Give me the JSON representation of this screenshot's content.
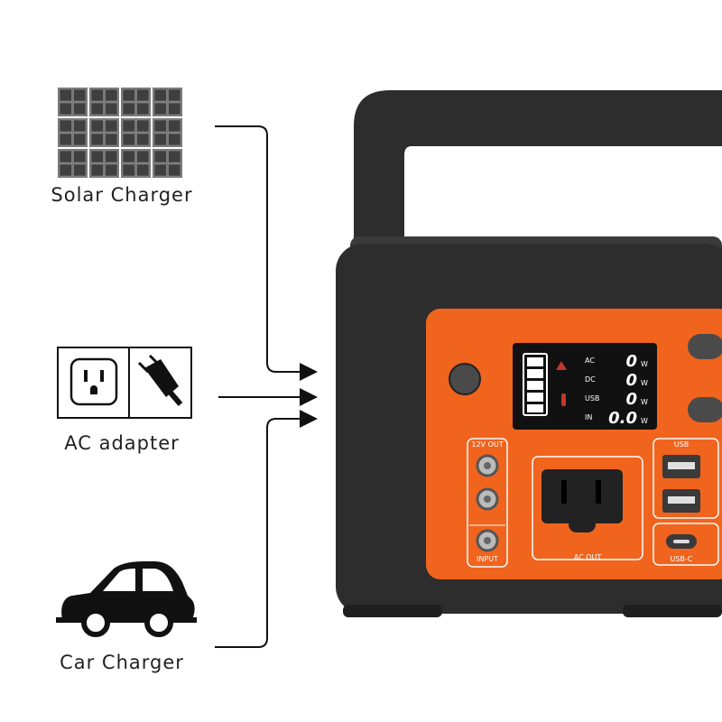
{
  "sources": [
    {
      "label": "Solar Charger",
      "icon": "solar-panel-icon"
    },
    {
      "label": "AC adapter",
      "icon": "wall-outlet-icon"
    },
    {
      "label": "Car Charger",
      "icon": "car-icon"
    }
  ],
  "display": {
    "rows": [
      {
        "label": "AC",
        "value": "0",
        "unit": "W"
      },
      {
        "label": "DC",
        "value": "0",
        "unit": "W"
      },
      {
        "label": "USB",
        "value": "0",
        "unit": "W"
      },
      {
        "label": "IN",
        "value": "0.0",
        "unit": "W"
      }
    ]
  },
  "ports": {
    "dc_out": "12V OUT",
    "input": "INPUT",
    "ac_out": "AC OUT",
    "usb": "USB",
    "usb_c": "USB-C"
  },
  "colors": {
    "panel_orange": "#f0641e",
    "body_dark": "#2d2d2d",
    "lcd": "#111111"
  }
}
